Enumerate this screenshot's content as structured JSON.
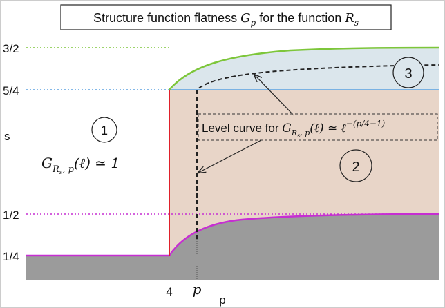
{
  "title": {
    "prefix": "Structure function flatness ",
    "symbol": "G",
    "symbol_sub": "p",
    "middle": " for the function ",
    "func": "R",
    "func_sub": "s"
  },
  "axes": {
    "x_label": "p",
    "y_label": "s",
    "x_ticks": [
      "4",
      "p"
    ],
    "y_ticks": [
      "3/2",
      "5/4",
      "1/2",
      "1/4"
    ]
  },
  "regions": [
    {
      "id": "1",
      "label": "1"
    },
    {
      "id": "2",
      "label": "2"
    },
    {
      "id": "3",
      "label": "3"
    }
  ],
  "region1_formula": {
    "G": "G",
    "R": "R",
    "s": "s",
    "comma_p": ", p",
    "arg": "(ℓ) ≃ 1"
  },
  "level_curve": {
    "text": "Level curve for ",
    "G": "G",
    "R": "R",
    "s": "s",
    "comma_p": ", p",
    "arg": "(ℓ) ≃ ℓ",
    "exponent": "−(p/4−1)"
  },
  "colors": {
    "region2_fill": "#e8d5c8",
    "region3_fill": "#dbe6ec",
    "gray_fill": "#9b9b9b",
    "green": "#7dc63a",
    "blue": "#5aa0e0",
    "magenta": "#c62ed2",
    "red": "#e0202a",
    "dark": "#222222"
  }
}
